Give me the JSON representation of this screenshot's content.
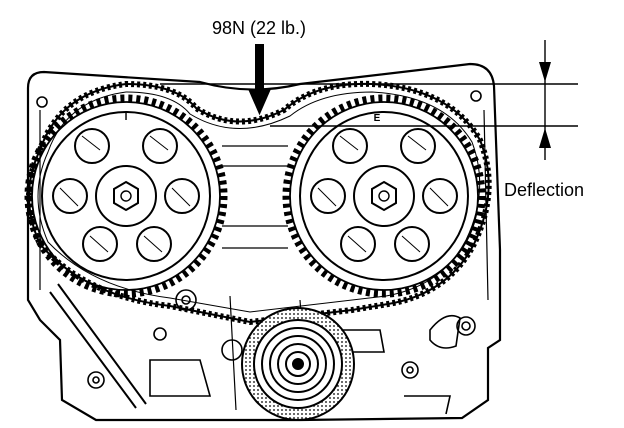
{
  "diagram": {
    "force_label": "98N (22 lb.)",
    "deflection_label": "Deflection",
    "left_gear_mark": "I",
    "right_gear_mark": "E"
  }
}
